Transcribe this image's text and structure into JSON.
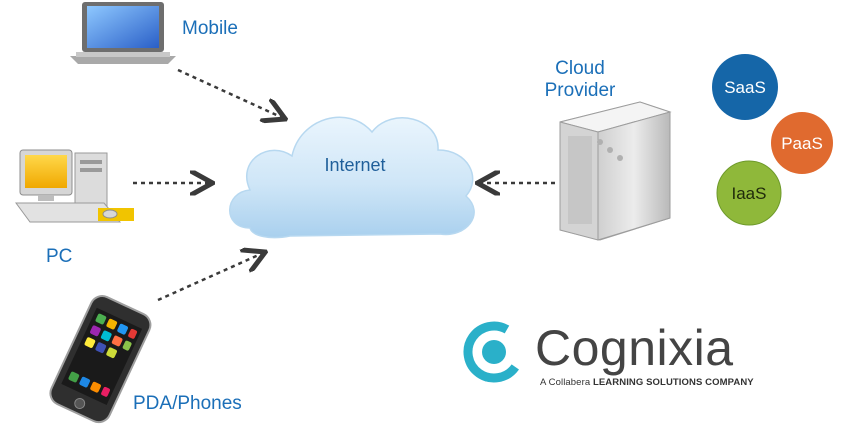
{
  "labels": {
    "mobile": "Mobile",
    "pc": "PC",
    "pda": "PDA/Phones",
    "internet": "Internet",
    "cloud_provider_line1": "Cloud",
    "cloud_provider_line2": "Provider"
  },
  "services": [
    {
      "label": "SaaS",
      "color": "#1566a8"
    },
    {
      "label": "PaaS",
      "color": "#e06a2f"
    },
    {
      "label": "IaaS",
      "color": "#8fb83a"
    }
  ],
  "logo": {
    "name": "Cognixia",
    "tagline_prefix": "A Collabera",
    "tagline_bold": "LEARNING SOLUTIONS COMPANY",
    "accent": "#2ab0c9"
  },
  "colors": {
    "label": "#1b6fb8",
    "arrow": "#3a3a3a",
    "cloud": "#cfe6f7"
  },
  "icons": [
    "laptop-icon",
    "desktop-pc-icon",
    "smartphone-icon",
    "cloud-icon",
    "server-icon"
  ]
}
